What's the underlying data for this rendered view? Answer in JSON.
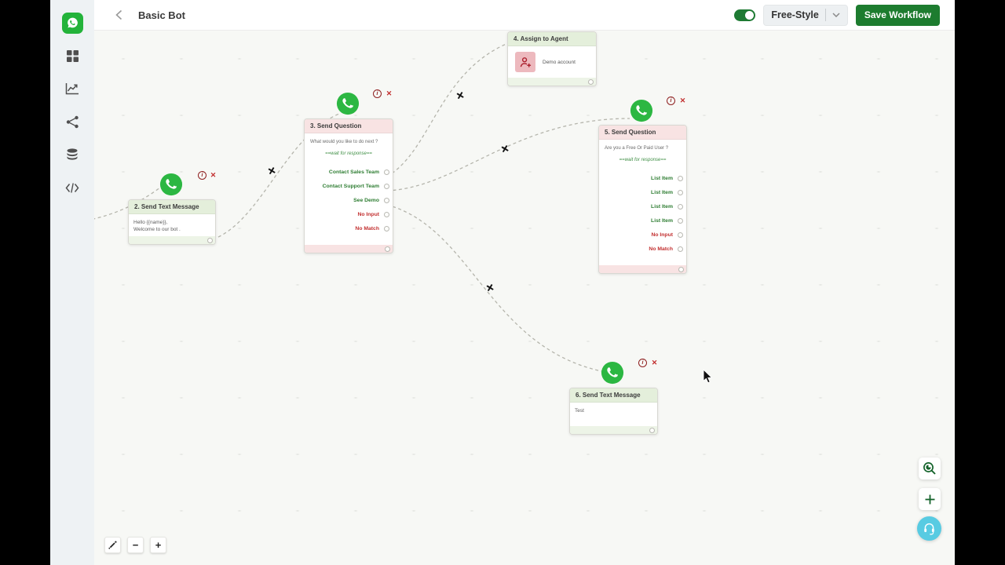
{
  "topbar": {
    "title": "Basic Bot",
    "mode_label": "Free-Style",
    "save_label": "Save Workflow",
    "toggle_on": true
  },
  "sidebar": {
    "items": [
      {
        "name": "whatsapp"
      },
      {
        "name": "dashboard"
      },
      {
        "name": "analytics"
      },
      {
        "name": "share"
      },
      {
        "name": "database"
      },
      {
        "name": "developer"
      }
    ]
  },
  "canvas": {
    "nodes": [
      {
        "title": "2. Send Text Message",
        "type": "send-text",
        "lines": [
          "Hello {{name}},",
          "Welcome to our bot ."
        ]
      },
      {
        "title": "3. Send Question",
        "type": "send-question",
        "question": "What would you like to do next ?",
        "wait_note": "==wait for response==",
        "options": [
          {
            "label": "Contact Sales Team",
            "color": "green"
          },
          {
            "label": "Contact Support Team",
            "color": "green"
          },
          {
            "label": "See Demo",
            "color": "green"
          },
          {
            "label": "No Input",
            "color": "red"
          },
          {
            "label": "No Match",
            "color": "red"
          }
        ]
      },
      {
        "title": "4. Assign to Agent",
        "type": "assign-agent",
        "agent": "Demo account"
      },
      {
        "title": "5. Send Question",
        "type": "send-question",
        "question": "Are you a Free Or Paid User ?",
        "wait_note": "==wait for response==",
        "options": [
          {
            "label": "List Item",
            "color": "green"
          },
          {
            "label": "List Item",
            "color": "green"
          },
          {
            "label": "List Item",
            "color": "green"
          },
          {
            "label": "List Item",
            "color": "green"
          },
          {
            "label": "No Input",
            "color": "red"
          },
          {
            "label": "No Match",
            "color": "red"
          }
        ]
      },
      {
        "title": "6. Send Text Message",
        "type": "send-text",
        "lines": [
          "Test"
        ]
      }
    ],
    "connections": [
      {
        "from": "canvas-left-edge",
        "to": "2. Send Text Message"
      },
      {
        "from": "2. Send Text Message",
        "to": "3. Send Question"
      },
      {
        "from": "3. Send Question : Contact Sales Team",
        "to": "4. Assign to Agent"
      },
      {
        "from": "3. Send Question : Contact Support Team",
        "to": "5. Send Question"
      },
      {
        "from": "3. Send Question : See Demo",
        "to": "6. Send Text Message"
      }
    ]
  },
  "zoom_controls": {
    "zoom_out": "−",
    "zoom_in": "+"
  },
  "colors": {
    "brand_green": "#23b33a",
    "dark_green": "#1d7c2f",
    "header_green": "#e4efdb",
    "header_pink": "#f8e3e3",
    "footer_green": "#edf4e7",
    "option_green": "#2e7d32",
    "option_red": "#c22f2f",
    "toggle_green": "#1e7a33",
    "help_cyan": "#58cbe2"
  }
}
